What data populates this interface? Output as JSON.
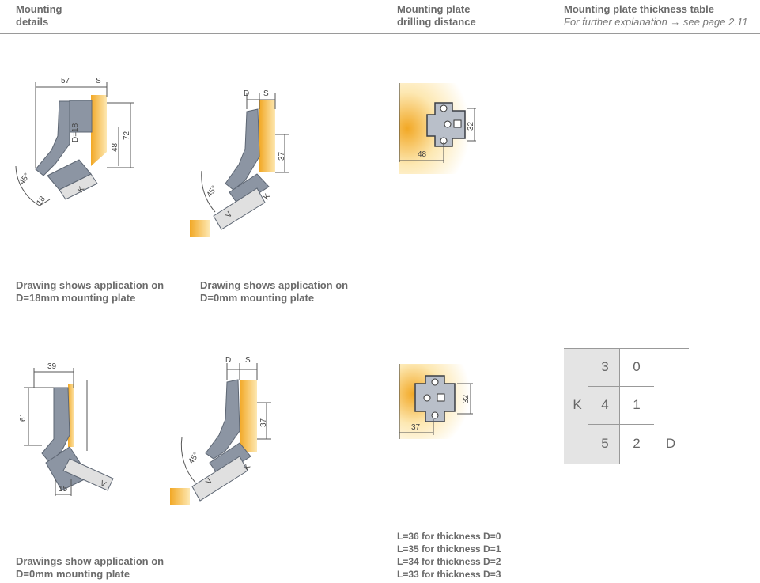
{
  "header": {
    "col1_line1": "Mounting",
    "col1_line2": "details",
    "col2_line1": "Mounting plate",
    "col2_line2": "drilling distance",
    "col3_line1": "Mounting plate thickness table",
    "col3_line2": "For further explanation → see page 2.11"
  },
  "drawing1": {
    "dim_width": "57",
    "dim_s": "S",
    "dim_d": "D=18",
    "dim_48": "48",
    "dim_72": "72",
    "angle": "45°",
    "dim_18": "18",
    "dim_k": "K"
  },
  "drawing2": {
    "dim_d": "D",
    "dim_s": "S",
    "dim_37": "37",
    "angle": "45°",
    "dim_k": "K",
    "dim_v": "V"
  },
  "drawing3": {
    "dim_39": "39",
    "dim_61": "61",
    "dim_15": "15",
    "dim_v": "V"
  },
  "drawing4": {
    "dim_d": "D",
    "dim_s": "S",
    "dim_37": "37",
    "angle": "45°",
    "dim_k": "K",
    "dim_v": "V"
  },
  "plate1": {
    "dim_48": "48",
    "dim_32": "32"
  },
  "plate2": {
    "dim_37": "37",
    "dim_32": "32"
  },
  "captions": {
    "cap1_line1": "Drawing shows application on",
    "cap1_line2": "D=18mm mounting plate",
    "cap2_line1": "Drawing shows application on",
    "cap2_line2": "D=0mm mounting plate",
    "cap3_line1": "Drawings show application on",
    "cap3_line2": "D=0mm mounting plate"
  },
  "l_notes": [
    "L=36 for thickness D=0",
    "L=35 for thickness D=1",
    "L=34 for thickness D=2",
    "L=33 for thickness D=3"
  ],
  "thickness_table": {
    "row_label": "K",
    "column_label": "D",
    "k_values": [
      "3",
      "4",
      "5"
    ],
    "d_values": [
      "0",
      "1",
      "2"
    ]
  },
  "colors": {
    "text": "#6b6b6b",
    "hinge_gray": "#8c95a3",
    "hinge_dark": "#5d6673",
    "wood_orange": "#f2a825",
    "wood_light": "#fde8b2",
    "table_shade": "#e4e4e4"
  }
}
